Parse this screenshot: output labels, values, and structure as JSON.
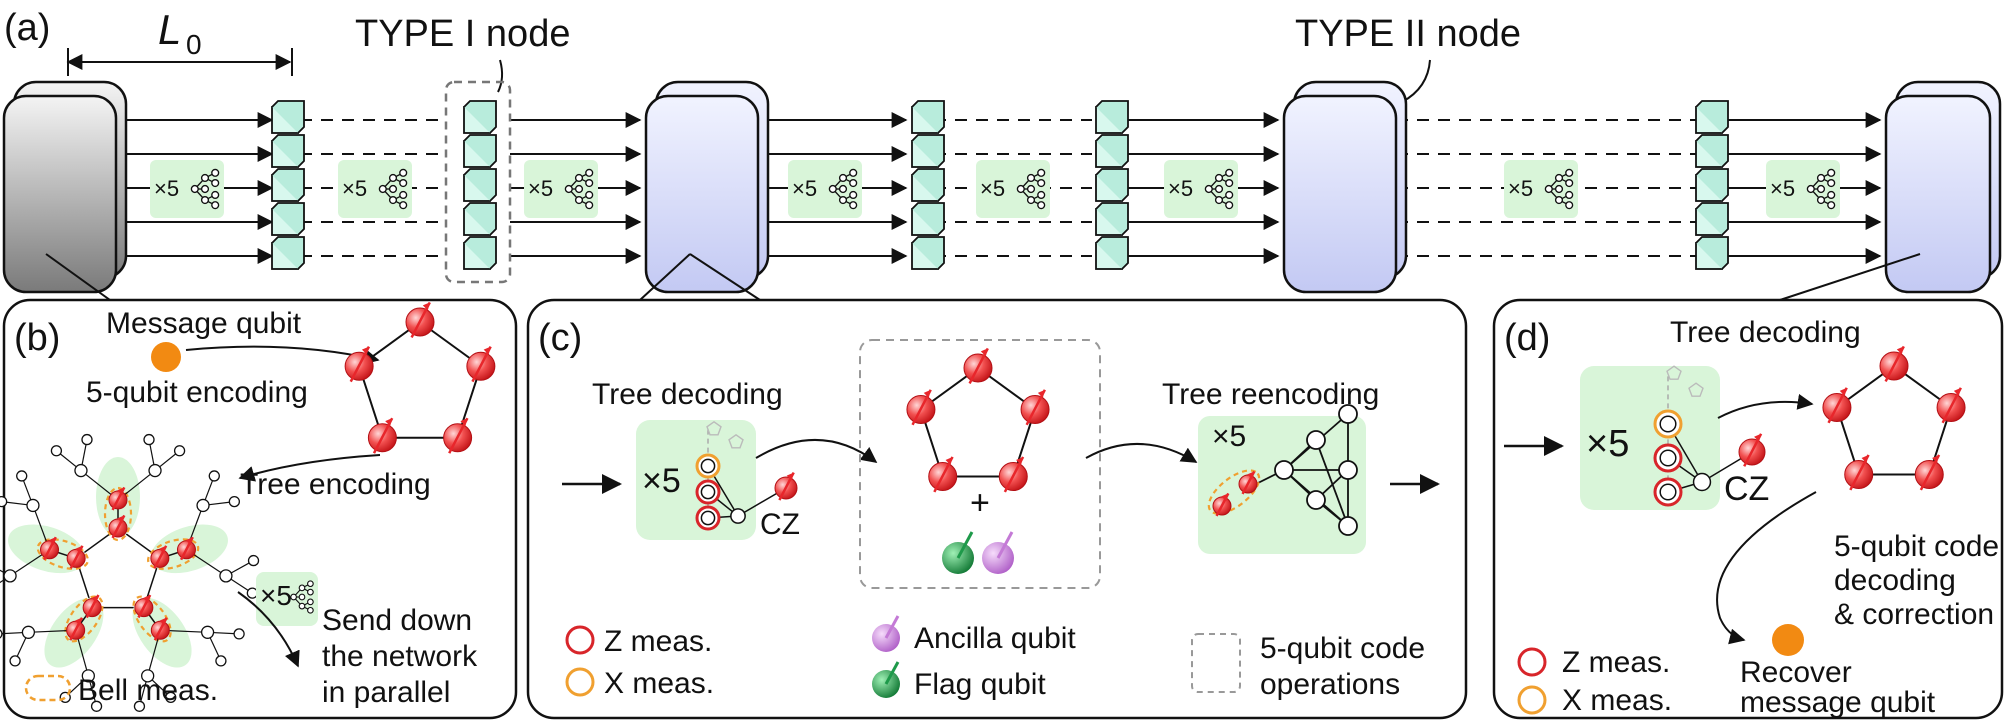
{
  "panel_labels": {
    "a": "(a)",
    "b": "(b)",
    "c": "(c)",
    "d": "(d)"
  },
  "top": {
    "length_label": "L",
    "length_sub": "0",
    "type1": "TYPE I node",
    "type2": "TYPE II node",
    "multiplier": "×5"
  },
  "panel_b": {
    "message": "Message qubit",
    "encoding": "5-qubit encoding",
    "tree_encoding": "Tree encoding",
    "send1": "Send down",
    "send2": "the network",
    "send3": "in parallel",
    "bell": "Bell meas.",
    "mult": "×5"
  },
  "panel_c": {
    "tree_decoding": "Tree decoding",
    "tree_reencoding": "Tree reencoding",
    "cz": "CZ",
    "mult": "×5",
    "plus": "+",
    "z_meas": "Z meas.",
    "x_meas": "X meas.",
    "ancilla": "Ancilla qubit",
    "flag": "Flag qubit",
    "ops1": "5-qubit code",
    "ops2": "operations"
  },
  "panel_d": {
    "tree_decoding": "Tree decoding",
    "mult": "×5",
    "cz": "CZ",
    "decode1": "5-qubit code",
    "decode2": "decoding",
    "decode3": "& correction",
    "recover1": "Recover",
    "recover2": "message qubit",
    "z_meas": "Z meas.",
    "x_meas": "X meas."
  },
  "colors": {
    "qubit_red": "#e8262b",
    "message_orange": "#f28a12",
    "highlight_green": "#d9f5d9",
    "cube_teal": "#d8f8ee",
    "type2_blue": "#d6dbfa",
    "flag_green": "#1e9a4a",
    "ancilla_purple": "#c47ad6",
    "x_orange": "#f0a030",
    "z_red": "#d8252a"
  }
}
